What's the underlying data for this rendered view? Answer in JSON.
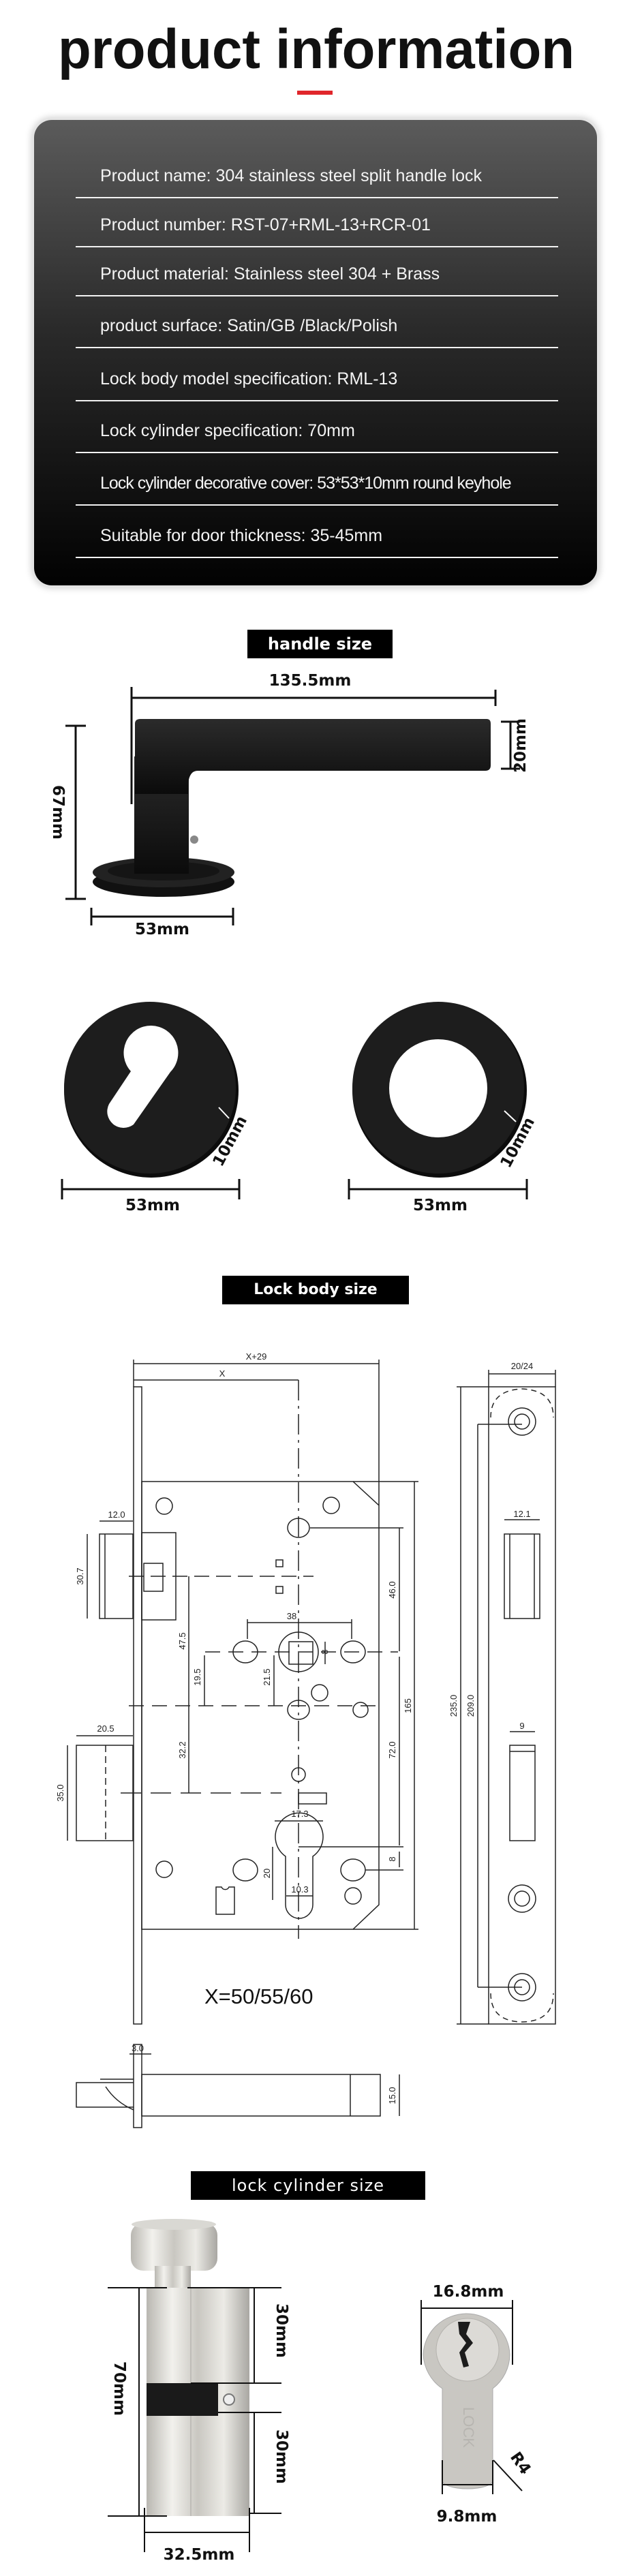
{
  "header": {
    "title": "product information",
    "accent_color": "#e0262b"
  },
  "specs": [
    "Product name: 304 stainless steel split handle lock",
    "Product number:  RST-07+RML-13+RCR-01",
    "Product material: Stainless steel 304 + Brass",
    "product surface:  Satin/GB /Black/Polish",
    "Lock body model specification: RML-13",
    "Lock cylinder specification: 70mm",
    "Lock cylinder decorative cover: 53*53*10mm round keyhole",
    "Suitable for door thickness: 35-45mm"
  ],
  "handle": {
    "title": "handle size",
    "length": "135.5mm",
    "height": "67mm",
    "thickness": "20mm",
    "rose_width": "53mm",
    "rose_left_width": "53mm",
    "rose_left_depth": "10mm",
    "rose_right_width": "53mm",
    "rose_right_depth": "10mm",
    "finish_color": "#141414"
  },
  "lock_body": {
    "title": "Lock body size",
    "labels": {
      "x_plus": "X+29",
      "x": "X",
      "latch_w": "12.0",
      "latch_h": "30.7",
      "d46": "46.0",
      "d38": "38",
      "d8a": "8",
      "d47": "47.5",
      "d19": "19.5",
      "d21": "21.5",
      "d165": "165",
      "bolt_w": "20.5",
      "bolt_h": "35.0",
      "d32": "32.2",
      "d72": "72.0",
      "d17": "17.3",
      "d8b": "8",
      "d20": "20",
      "d10": "10.3",
      "face_w": "20/24",
      "face_h": "235.0",
      "screw_h": "209.0",
      "latch_hole": "12.1",
      "bolt_hole": "9",
      "face_t": "3.0",
      "bolt_t": "15.0"
    },
    "formula": "X=50/55/60"
  },
  "cylinder": {
    "title": "lock cylinder size",
    "length": "70mm",
    "half_top": "30mm",
    "half_bottom": "30mm",
    "width": "32.5mm",
    "profile_top": "16.8mm",
    "profile_bottom": "9.8mm",
    "radius": "R4",
    "engraving": "LOCK"
  }
}
